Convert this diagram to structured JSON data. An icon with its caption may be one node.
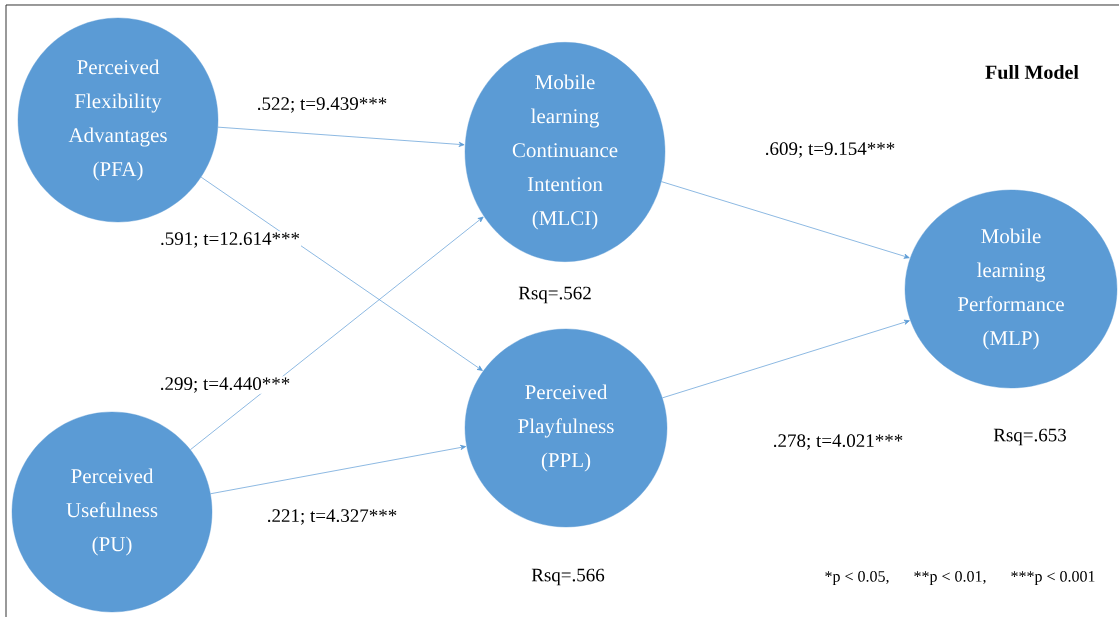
{
  "diagram": {
    "title": "Full Model",
    "nodes": [
      {
        "text": [
          "Perceived Flexibility Advantages (PFA)"
        ]
      },
      {
        "text": [
          "Perceived Usefulness (PU)"
        ]
      },
      {
        "text": [
          "Mobile learning Continuance Intention (MLCI)"
        ],
        "beside": [
          "Rsq=.562"
        ]
      },
      {
        "text": [
          "Perceived Playfulness (PPL)"
        ],
        "beside": [
          "Rsq=.566"
        ]
      },
      {
        "text": [
          "Mobile learning Performance (MLP)"
        ],
        "beside": [
          "Rsq=.653"
        ]
      }
    ],
    "edges": [
      {
        "from": 0,
        "to": 2,
        "arrow": "to",
        "label": ".522; t=9.439***"
      },
      {
        "from": 0,
        "to": 3,
        "arrow": "to",
        "label": ".591; t=12.614***"
      },
      {
        "from": 1,
        "to": 2,
        "arrow": "to",
        "label": ".299; t=4.440***"
      },
      {
        "from": 1,
        "to": 3,
        "arrow": "to",
        "label": ".221; t=4.327***"
      },
      {
        "from": 2,
        "to": 4,
        "arrow": "to",
        "label": ".609; t=9.154***"
      },
      {
        "from": 3,
        "to": 4,
        "arrow": "to",
        "label": ".278; t=4.021***"
      }
    ],
    "labels": [
      "*p < 0.05,",
      "**p < 0.01,",
      "***p < 0.001"
    ]
  }
}
